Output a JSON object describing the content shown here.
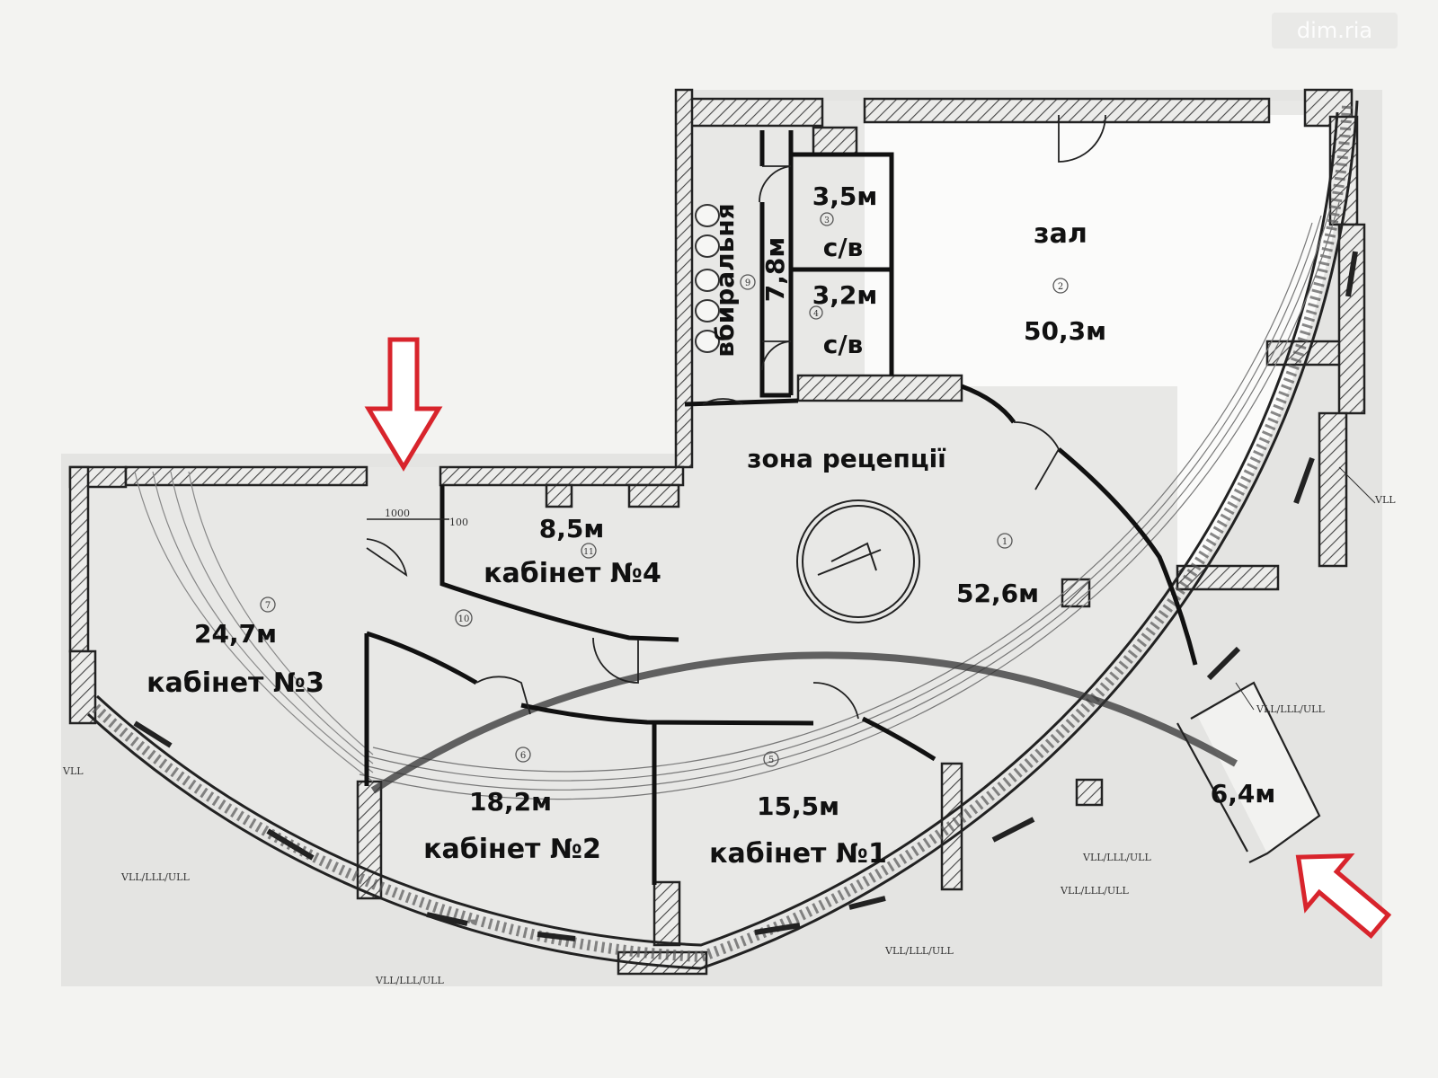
{
  "watermark": "dim.ria",
  "rooms": [
    {
      "id": "hall",
      "name": "зал",
      "number": "2",
      "area": "50,3м"
    },
    {
      "id": "reception",
      "name": "зона рецепції",
      "number": "1",
      "area": "52,6м"
    },
    {
      "id": "office4",
      "name": "кабінет №4",
      "number": "11",
      "area": "8,5м"
    },
    {
      "id": "office3",
      "name": "кабінет №3",
      "number": "7",
      "area": "24,7м"
    },
    {
      "id": "office2",
      "name": "кабінет №2",
      "number": "6",
      "area": "18,2м"
    },
    {
      "id": "office1",
      "name": "кабінет №1",
      "number": "5",
      "area": "15,5м"
    },
    {
      "id": "toilet-main",
      "name": "вбиральня",
      "number": "9",
      "area": "7,8м"
    },
    {
      "id": "wc1",
      "name": "с/в",
      "number": "3",
      "area": "3,5м"
    },
    {
      "id": "wc2",
      "name": "с/в",
      "number": "4",
      "area": "3,2м"
    },
    {
      "id": "vestibule",
      "name": "",
      "number": "",
      "area": "6,4м"
    },
    {
      "id": "corridor",
      "name": "",
      "number": "10",
      "area": ""
    }
  ],
  "entrances": [
    {
      "id": "entrance-top",
      "color": "#d8242c"
    },
    {
      "id": "entrance-bottom-right",
      "color": "#d8242c"
    }
  ],
  "dimension_marks": [
    "1000",
    "100"
  ],
  "window_marks": [
    "VLL",
    "VLL/LLL/ULL",
    "VLL/LLL/ULL",
    "VLL/LLL/ULL",
    "VLL/LLL/ULL",
    "VLL/LLL/ULL",
    "VLL/LLL/ULL",
    "VLL"
  ]
}
